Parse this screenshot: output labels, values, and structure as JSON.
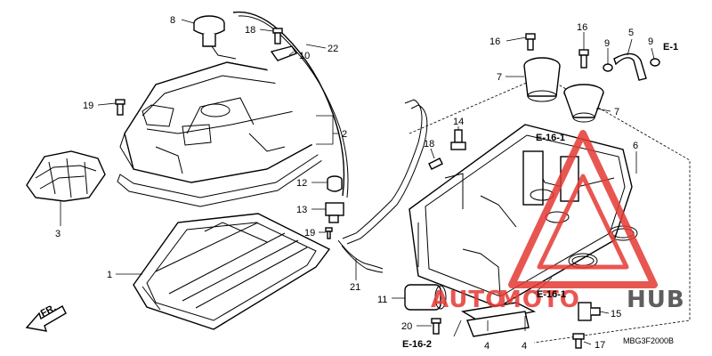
{
  "diagram": {
    "callouts": [
      {
        "id": "c1",
        "text": "1"
      },
      {
        "id": "c2",
        "text": "2"
      },
      {
        "id": "c3",
        "text": "3"
      },
      {
        "id": "c4a",
        "text": "4"
      },
      {
        "id": "c4b",
        "text": "4"
      },
      {
        "id": "c5",
        "text": "5"
      },
      {
        "id": "c6",
        "text": "6"
      },
      {
        "id": "c7a",
        "text": "7"
      },
      {
        "id": "c7b",
        "text": "7"
      },
      {
        "id": "c8",
        "text": "8"
      },
      {
        "id": "c9a",
        "text": "9"
      },
      {
        "id": "c9b",
        "text": "9"
      },
      {
        "id": "c10",
        "text": "10"
      },
      {
        "id": "c11",
        "text": "11"
      },
      {
        "id": "c12",
        "text": "12"
      },
      {
        "id": "c13",
        "text": "13"
      },
      {
        "id": "c14",
        "text": "14"
      },
      {
        "id": "c15",
        "text": "15"
      },
      {
        "id": "c16a",
        "text": "16"
      },
      {
        "id": "c16b",
        "text": "16"
      },
      {
        "id": "c17",
        "text": "17"
      },
      {
        "id": "c18a",
        "text": "18"
      },
      {
        "id": "c18b",
        "text": "18"
      },
      {
        "id": "c19a",
        "text": "19"
      },
      {
        "id": "c19b",
        "text": "19"
      },
      {
        "id": "c20",
        "text": "20"
      },
      {
        "id": "c21",
        "text": "21"
      },
      {
        "id": "c22",
        "text": "22"
      }
    ],
    "references": {
      "e1": "E-1",
      "e161": "E-16-1",
      "e162": "E-16-2"
    },
    "direction": "FR.",
    "diagram_code": "MBG3F2000B",
    "watermark": {
      "part1": "AUTO",
      "part2": "MOTO",
      "part3": "HUB",
      "color": "#e53935"
    }
  }
}
